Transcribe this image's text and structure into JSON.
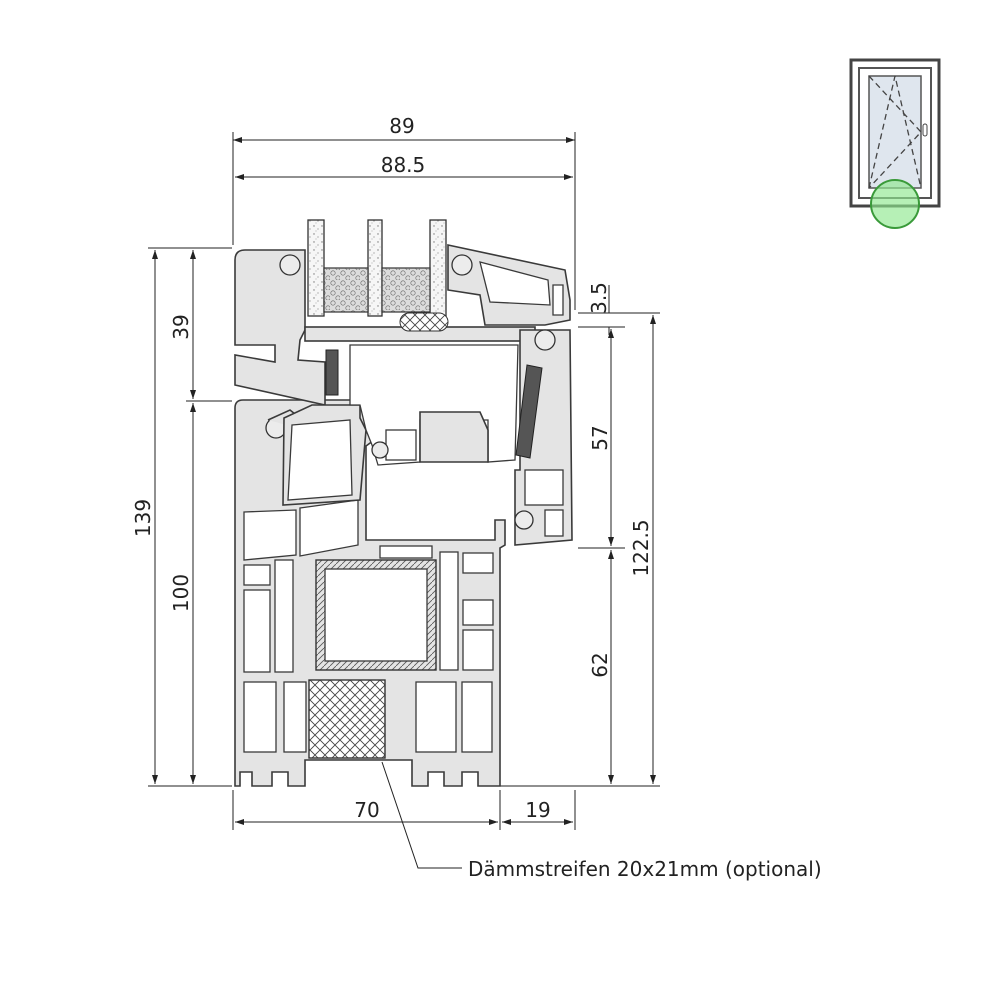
{
  "dimensions": {
    "top_overall": "89",
    "top_inner": "88.5",
    "left_total": "139",
    "left_upper": "39",
    "left_lower": "100",
    "right_small": "3.5",
    "right_upper": "57",
    "right_total": "122.5",
    "right_lower": "62",
    "bottom_main": "70",
    "bottom_small": "19"
  },
  "annotation": "Dämmstreifen 20x21mm (optional)",
  "icons": {
    "window_thumbnail": "tilt-turn-window-icon",
    "highlight": "green-circle-marker"
  },
  "colors": {
    "profile_fill": "#e4e4e4",
    "outline": "#3a3a3a",
    "highlight": "#8fe88f"
  }
}
